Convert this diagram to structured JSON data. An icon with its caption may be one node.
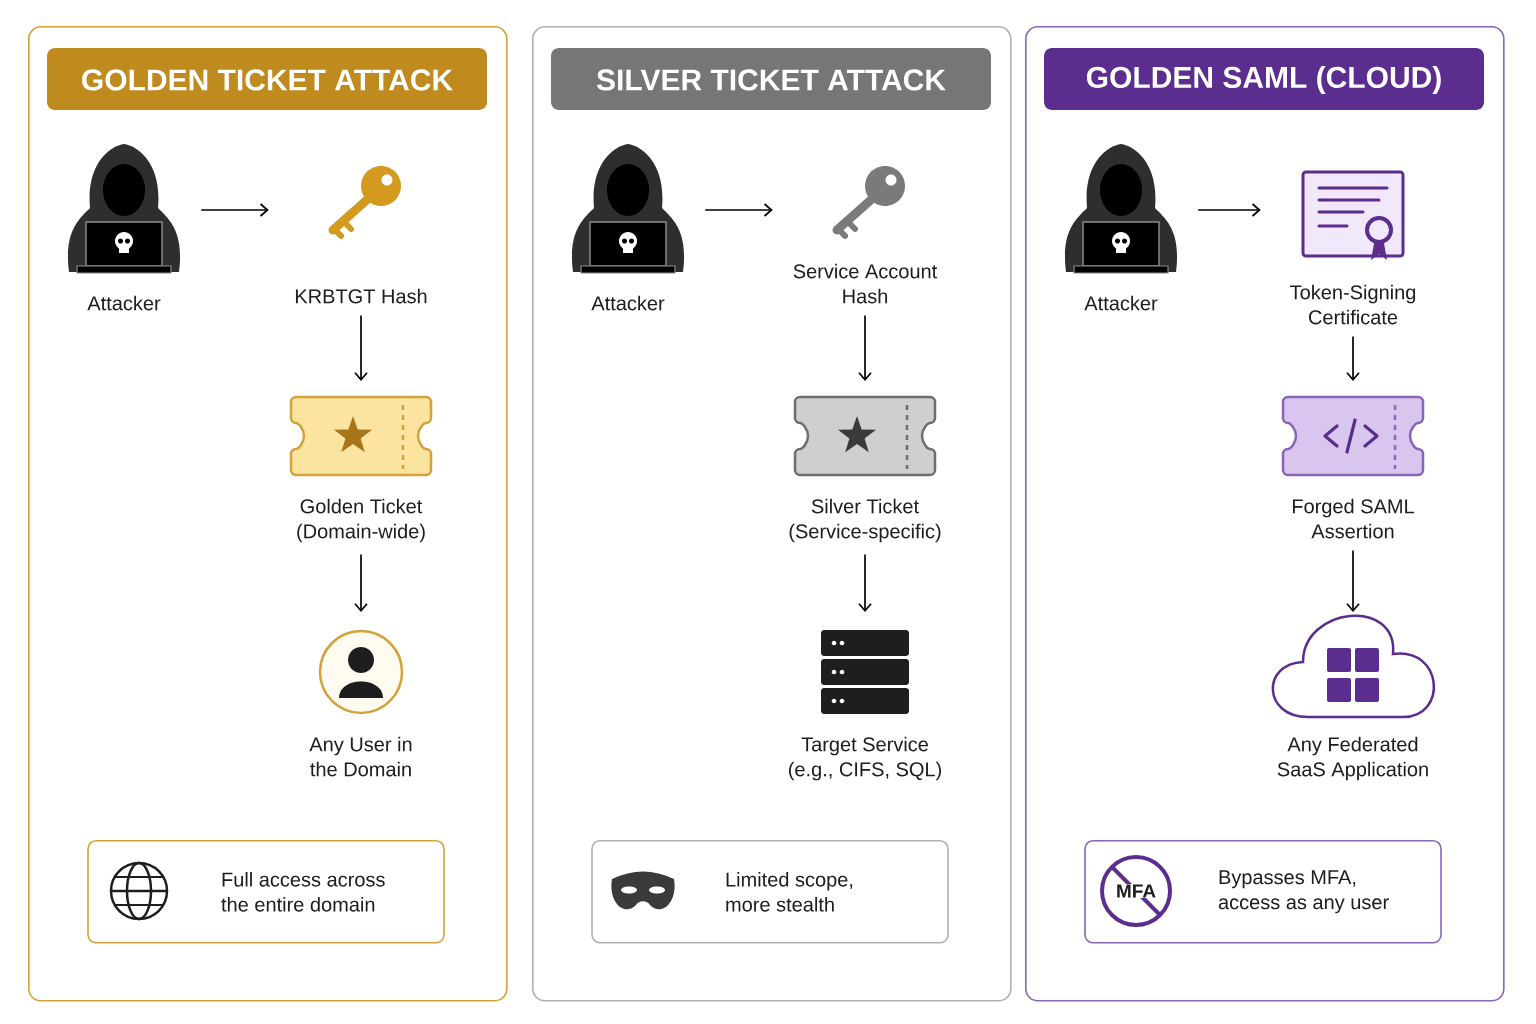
{
  "diagram": {
    "nodes": [
      {
        "text": [
          "GOLDEN TICKET ATTACK"
        ]
      },
      {
        "text": [
          "Attacker"
        ],
        "in": 0
      },
      {
        "text": [
          "KRBTGT Hash"
        ],
        "in": 0
      },
      {
        "text": [
          "Golden Ticket (Domain-wide)"
        ],
        "in": 0
      },
      {
        "text": [
          "Any User in the Domain"
        ],
        "in": 0
      },
      {
        "text": [
          "Full access across the entire domain"
        ],
        "in": 0
      },
      {
        "text": [
          "SILVER TICKET ATTACK"
        ]
      },
      {
        "text": [
          "Attacker"
        ],
        "in": 6
      },
      {
        "text": [
          "Service Account Hash"
        ],
        "in": 6
      },
      {
        "text": [
          "Silver Ticket (Service-specific)"
        ],
        "in": 6
      },
      {
        "text": [
          "Target Service (e.g., CIFS, SQL)"
        ],
        "in": 6
      },
      {
        "text": [
          "Limited scope, more stealth"
        ],
        "in": 6
      },
      {
        "text": [
          "GOLDEN SAML (CLOUD)"
        ]
      },
      {
        "text": [
          "Attacker"
        ],
        "in": 12
      },
      {
        "text": [
          "Token-Signing Certificate"
        ],
        "in": 12
      },
      {
        "text": [
          "Forged SAML Assertion"
        ],
        "in": 12
      },
      {
        "text": [
          "Any Federated SaaS Application"
        ],
        "in": 12
      },
      {
        "text": [
          "Bypasses MFA, access as any user"
        ],
        "in": 12
      }
    ],
    "edges": [
      {
        "from": 1,
        "to": 2,
        "arrow": "to"
      },
      {
        "from": 2,
        "to": 3,
        "arrow": "to"
      },
      {
        "from": 3,
        "to": 4,
        "arrow": "to"
      },
      {
        "from": 7,
        "to": 8,
        "arrow": "to"
      },
      {
        "from": 8,
        "to": 9,
        "arrow": "to"
      },
      {
        "from": 9,
        "to": 10,
        "arrow": "to"
      },
      {
        "from": 13,
        "to": 14,
        "arrow": "to"
      },
      {
        "from": 14,
        "to": 15,
        "arrow": "to"
      },
      {
        "from": 15,
        "to": 16,
        "arrow": "to"
      }
    ],
    "labels": [
      "MFA"
    ]
  }
}
